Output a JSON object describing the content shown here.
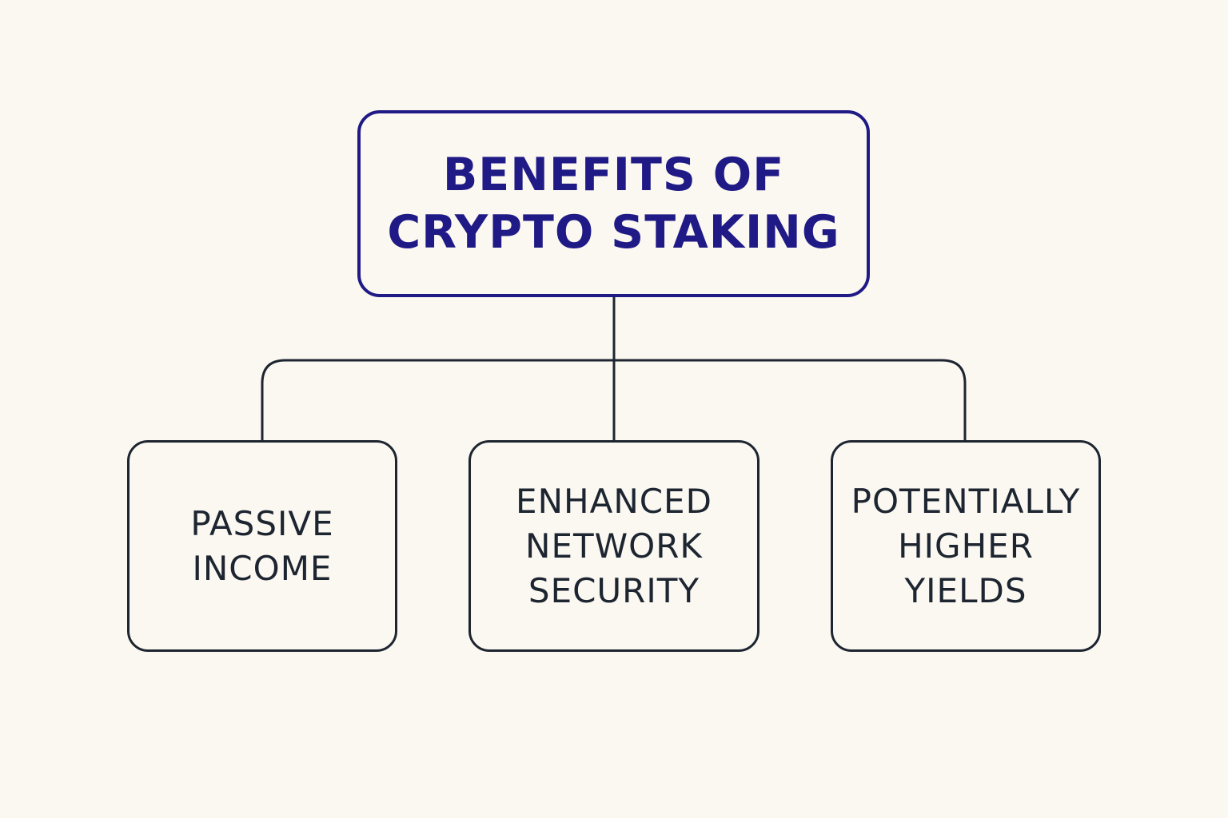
{
  "diagram": {
    "root": {
      "title": "BENEFITS OF\nCRYPTO STAKING",
      "color": "#1f1a85"
    },
    "children": [
      {
        "label": "PASSIVE\nINCOME"
      },
      {
        "label": "ENHANCED\nNETWORK\nSECURITY"
      },
      {
        "label": "POTENTIALLY\nHIGHER\nYIELDS"
      }
    ],
    "line_color": "#1c2530",
    "background": "#fbf7f1"
  }
}
